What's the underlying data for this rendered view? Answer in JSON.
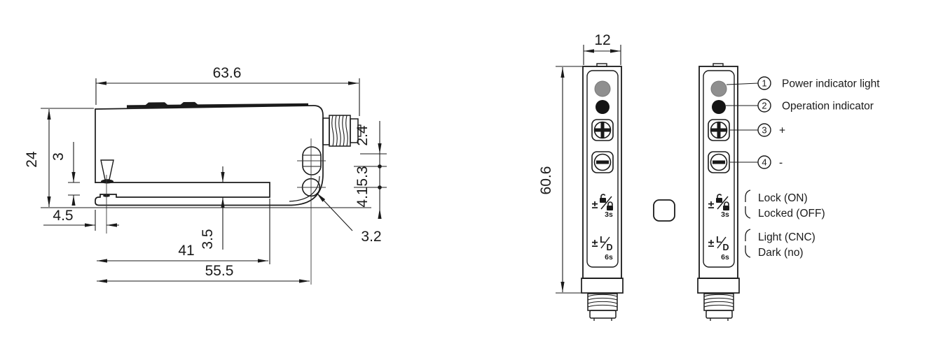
{
  "diagram": {
    "title": "fork-sensor-dimension-drawing",
    "side_view": {
      "dim_total_length": "63.6",
      "dim_height": "24",
      "dim_lens_gap": "3",
      "dim_left_offset": "4.5",
      "dim_slot_depth": "41",
      "dim_slot_height": "3.5",
      "dim_body_length": "55.5",
      "dim_top_offset": "2.4",
      "dim_hole_spacing": "5.3",
      "dim_bottom_offset": "4.1",
      "dim_hole_diameter": "3.2"
    },
    "front_view": {
      "dim_width": "12",
      "dim_height": "60.6",
      "plus_minus": "±",
      "lock_delay": "3s",
      "ld_delay": "6s",
      "letter_l": "L",
      "letter_d": "D"
    },
    "callouts": [
      {
        "num": "1",
        "label": "Power indicator light"
      },
      {
        "num": "2",
        "label": "Operation indicator"
      },
      {
        "num": "3",
        "label": "+"
      },
      {
        "num": "4",
        "label": "-"
      }
    ],
    "mode_groups": [
      {
        "line1": "Lock (ON)",
        "line2": "Locked (OFF)"
      },
      {
        "line1": "Light (CNC)",
        "line2": "Dark (no)"
      }
    ],
    "colors": {
      "line": "#1a1a1a",
      "power_indicator": "#8f8f8f",
      "operation_indicator": "#141414"
    }
  }
}
